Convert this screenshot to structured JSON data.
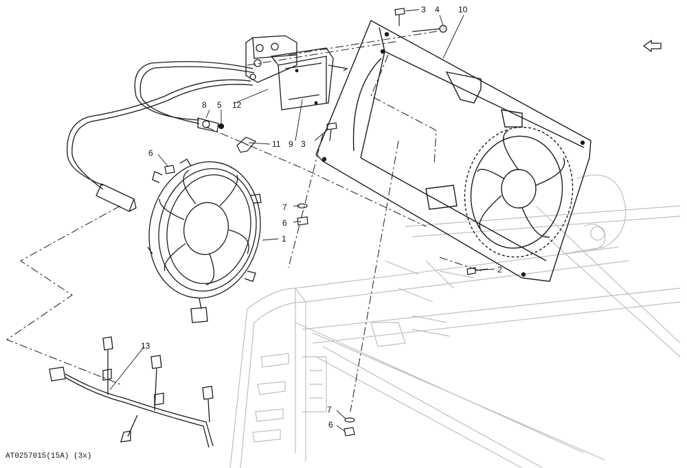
{
  "diagram": {
    "reference": "AT0257015(15A) (3x)",
    "callouts": [
      "3",
      "4",
      "10",
      "8",
      "5",
      "12",
      "11",
      "9",
      "3",
      "6",
      "7",
      "6",
      "1",
      "2",
      "13",
      "7",
      "6"
    ],
    "colors": {
      "line": "#1a1a1a",
      "ghost": "#bdbdbd",
      "paper": "#ffffff"
    },
    "icons": [
      "direction-arrow-icon"
    ]
  }
}
